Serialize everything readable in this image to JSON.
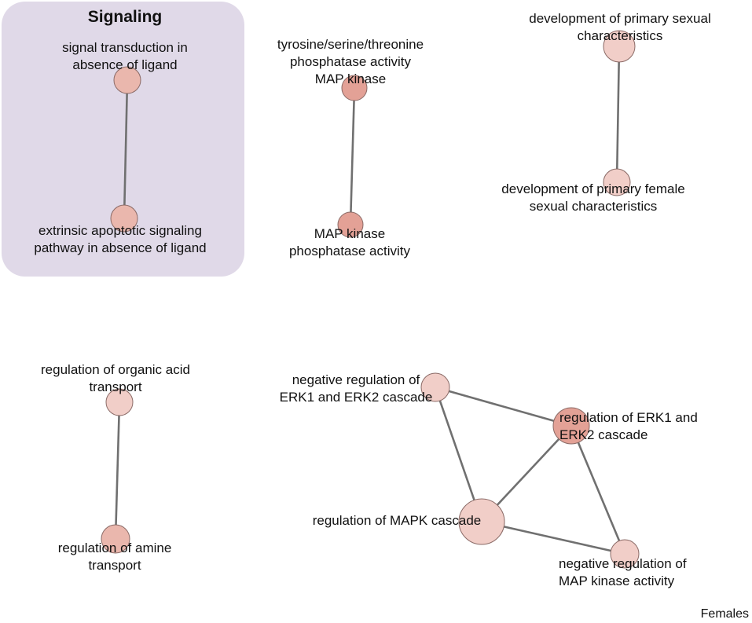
{
  "colors": {
    "group_fill": "#e0d9e8",
    "node_light": "#f1cec8",
    "node_mid": "#eab7ad",
    "node_dark": "#e3a196",
    "edge": "#707070"
  },
  "group": {
    "title": "Signaling"
  },
  "nodes": [
    {
      "id": "n1",
      "label": [
        "signal transduction in",
        "absence of ligand"
      ],
      "shade": "node_mid"
    },
    {
      "id": "n2",
      "label": [
        "extrinsic apoptotic signaling",
        "pathway in absence of ligand"
      ],
      "shade": "node_mid"
    },
    {
      "id": "n3",
      "label": [
        "tyrosine/serine/threonine",
        "phosphatase activity",
        "MAP kinase"
      ],
      "shade": "node_dark"
    },
    {
      "id": "n4",
      "label": [
        "MAP kinase",
        "phosphatase activity"
      ],
      "shade": "node_dark"
    },
    {
      "id": "n5",
      "label": [
        "development of primary sexual",
        "characteristics"
      ],
      "shade": "node_light"
    },
    {
      "id": "n6",
      "label": [
        "development of primary female",
        "sexual characteristics"
      ],
      "shade": "node_light"
    },
    {
      "id": "n7",
      "label": [
        "regulation of organic acid",
        "transport"
      ],
      "shade": "node_light"
    },
    {
      "id": "n8",
      "label": [
        "regulation of amine",
        "transport"
      ],
      "shade": "node_mid"
    },
    {
      "id": "n9",
      "label": [
        "negative regulation of",
        "ERK1 and ERK2 cascade"
      ],
      "shade": "node_light"
    },
    {
      "id": "n10",
      "label": [
        "regulation of ERK1 and",
        "ERK2 cascade"
      ],
      "shade": "node_dark"
    },
    {
      "id": "n11",
      "label": [
        "regulation of MAPK cascade"
      ],
      "shade": "node_light"
    },
    {
      "id": "n12",
      "label": [
        "negative regulation of",
        "MAP kinase activity"
      ],
      "shade": "node_light"
    }
  ],
  "edges": [
    [
      "n1",
      "n2"
    ],
    [
      "n3",
      "n4"
    ],
    [
      "n5",
      "n6"
    ],
    [
      "n7",
      "n8"
    ],
    [
      "n9",
      "n10"
    ],
    [
      "n9",
      "n11"
    ],
    [
      "n10",
      "n11"
    ],
    [
      "n10",
      "n12"
    ],
    [
      "n11",
      "n12"
    ]
  ],
  "footer": "Females"
}
